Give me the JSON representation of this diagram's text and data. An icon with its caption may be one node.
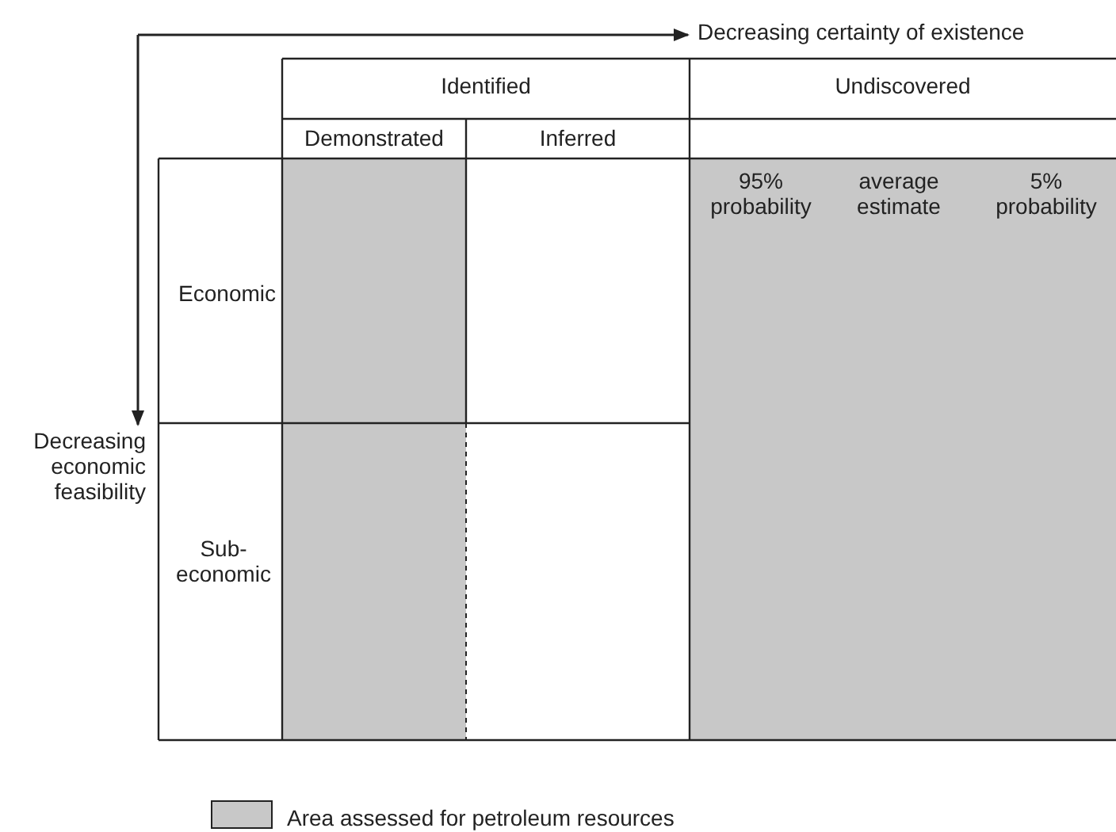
{
  "diagram": {
    "labels": [
      "Decreasing certainty of existence",
      "Identified",
      "Undiscovered",
      "Demonstrated",
      "Inferred",
      "95% probability",
      "average estimate",
      "5% probability",
      "Economic",
      "Decreasing economic feasibility",
      "Sub-economic"
    ],
    "legend": [
      {
        "text": "Area assessed for petroleum resources",
        "color": "#c8c8c8"
      }
    ]
  }
}
